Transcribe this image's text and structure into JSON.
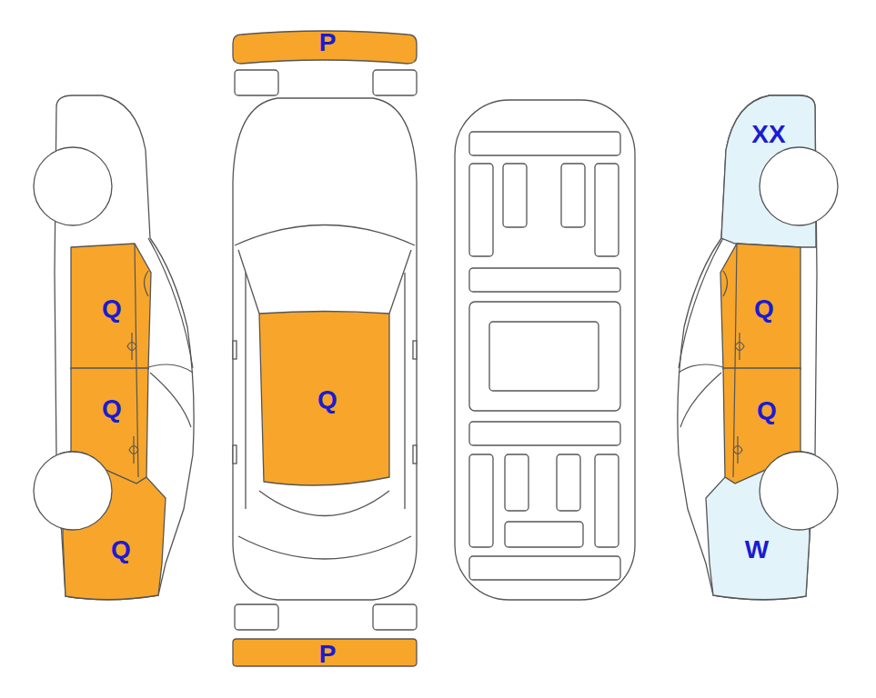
{
  "diagram": {
    "nodes": [
      {
        "text": [
          "P"
        ]
      },
      {
        "text": [
          "XX"
        ]
      },
      {
        "text": [
          "Q"
        ]
      },
      {
        "text": [
          "Q"
        ]
      },
      {
        "text": [
          "Q"
        ]
      },
      {
        "text": [
          "Q"
        ]
      },
      {
        "text": [
          "Q"
        ]
      },
      {
        "text": [
          "Q"
        ]
      },
      {
        "text": [
          "W"
        ]
      },
      {
        "text": [
          "P"
        ]
      }
    ]
  }
}
